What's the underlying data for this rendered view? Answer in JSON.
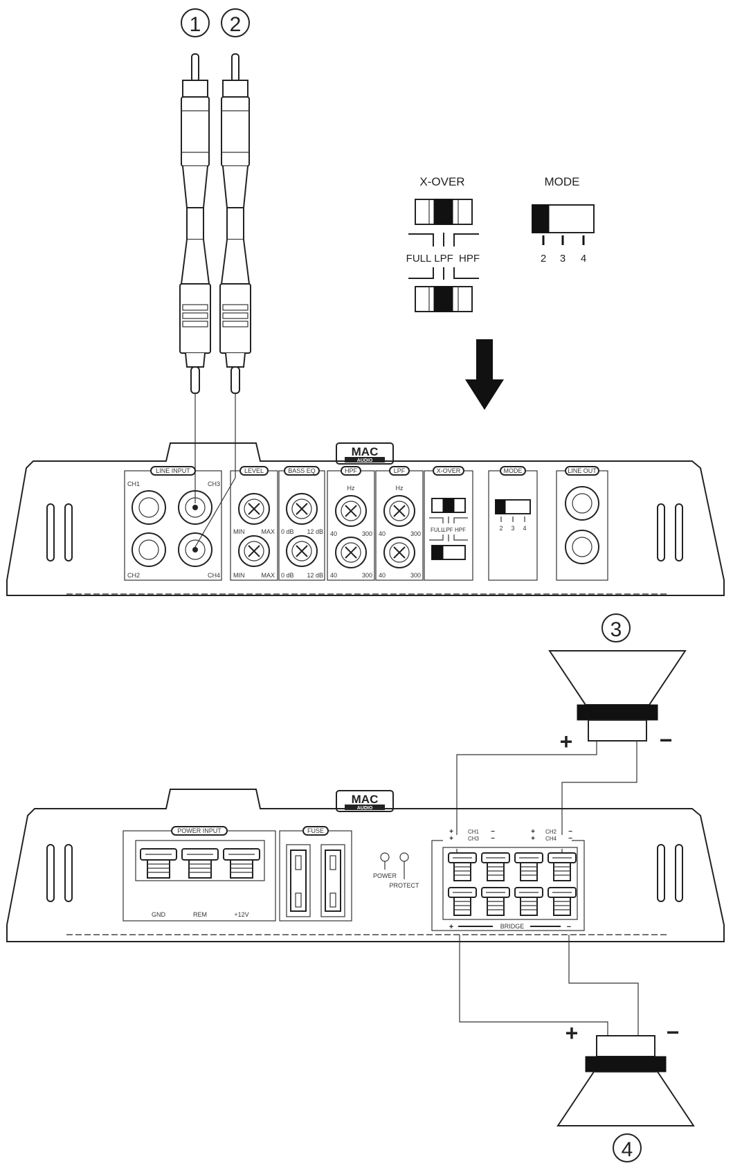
{
  "callouts": [
    "1",
    "2",
    "3",
    "4"
  ],
  "xover_detail": {
    "title": "X-OVER",
    "labels": [
      "FULL",
      "LPF",
      "HPF"
    ]
  },
  "mode_detail": {
    "title": "MODE",
    "labels": [
      "2",
      "3",
      "4"
    ]
  },
  "brand": {
    "line1": "MAC",
    "line2": "AUDIO"
  },
  "top_panel": {
    "line_input": {
      "title": "LINE INPUT",
      "ch1": "CH1",
      "ch2": "CH2",
      "ch3": "CH3",
      "ch4": "CH4"
    },
    "level": {
      "title": "LEVEL",
      "min": "MIN",
      "max": "MAX"
    },
    "bass_eq": {
      "title": "BASS EQ",
      "min": "0 dB",
      "max": "12 dB"
    },
    "hpf": {
      "title": "HPF",
      "unit": "Hz",
      "min": "40",
      "max": "300"
    },
    "lpf": {
      "title": "LPF",
      "unit": "Hz",
      "min": "40",
      "max": "300"
    },
    "xover": {
      "title": "X-OVER",
      "labels": [
        "FULL",
        "LPF",
        "HPF"
      ]
    },
    "mode": {
      "title": "MODE",
      "labels": [
        "2",
        "3",
        "4"
      ]
    },
    "line_out": {
      "title": "LINE OUT"
    }
  },
  "bottom_panel": {
    "power_input": {
      "title": "POWER INPUT",
      "labels": [
        "GND",
        "REM",
        "+12V"
      ]
    },
    "fuse": {
      "title": "FUSE"
    },
    "leds": {
      "power": "POWER",
      "protect": "PROTECT"
    },
    "speaker_terminals": {
      "ch1": "CH1",
      "ch3": "CH3",
      "ch2": "CH2",
      "ch4": "CH4",
      "plus": "+",
      "minus": "−",
      "bridge": "BRIDGE"
    }
  },
  "polarity": {
    "plus": "+",
    "minus": "−"
  }
}
